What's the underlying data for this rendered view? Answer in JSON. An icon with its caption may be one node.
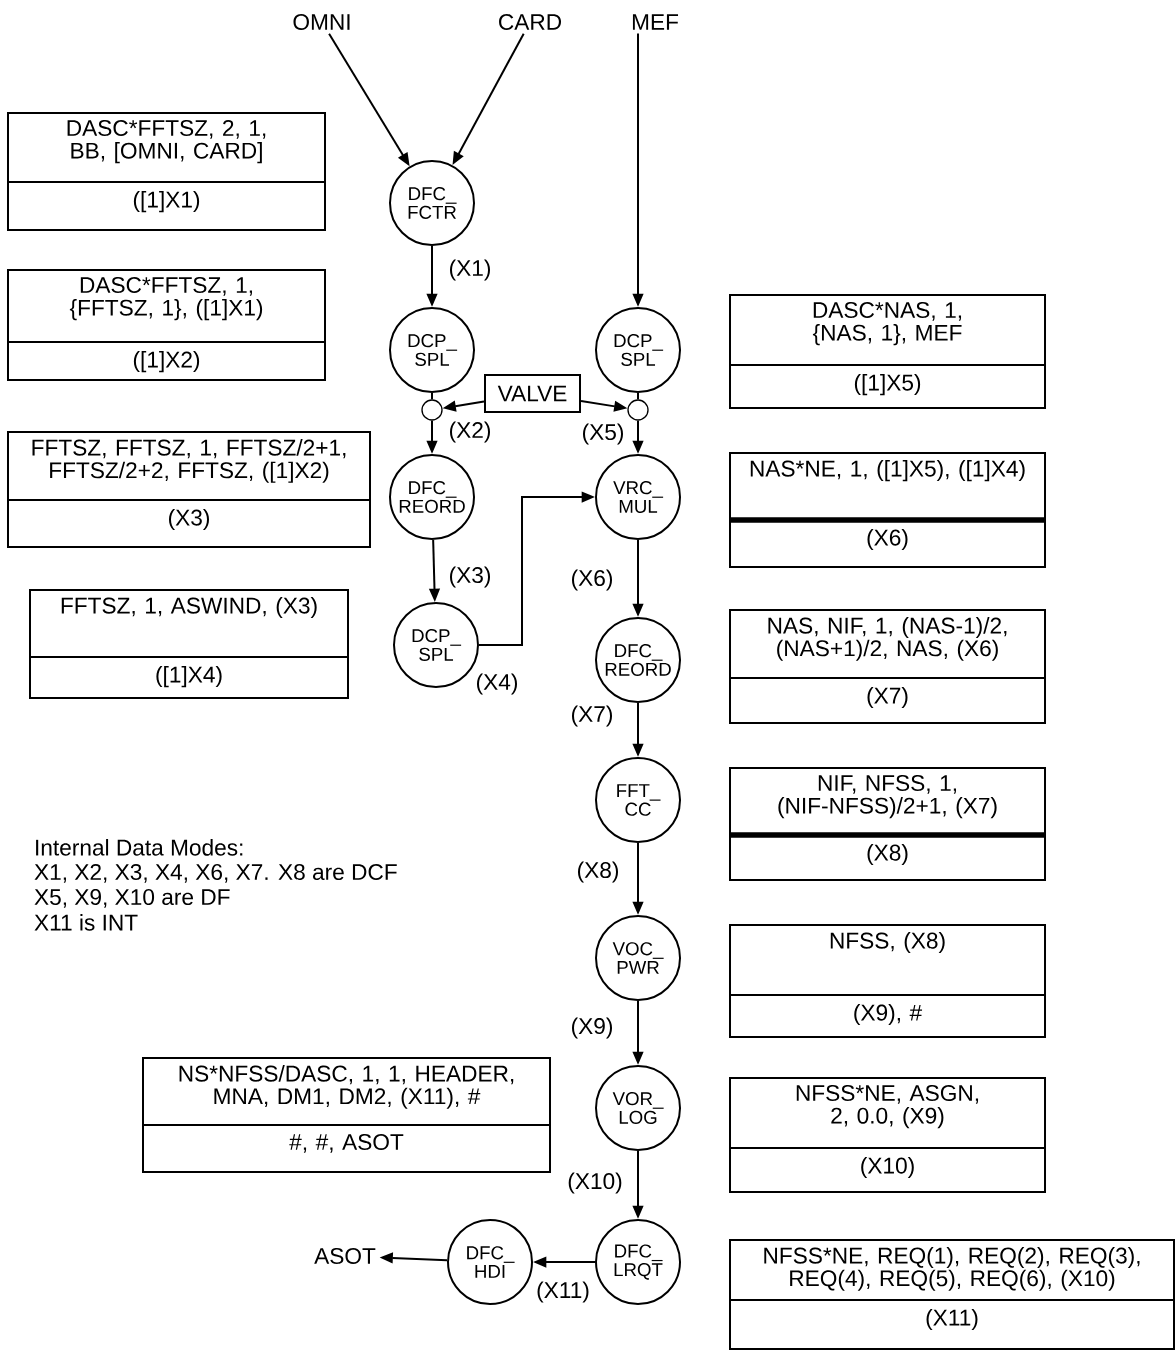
{
  "diagram": {
    "nodes": [
      {
        "text": [
          "OMNI"
        ]
      },
      {
        "text": [
          "CARD"
        ]
      },
      {
        "text": [
          "MEF"
        ]
      },
      {
        "text": [
          "DFC_ FCTR"
        ]
      },
      {
        "text": [
          "DCP_ SPL"
        ]
      },
      {
        "text": [
          "DCP_ SPL"
        ]
      },
      {
        "text": [
          "VALVE"
        ]
      },
      {
        "text": [
          "DFC_ REORD"
        ]
      },
      {
        "text": [
          "VRC_ MUL"
        ]
      },
      {
        "text": [
          "DCP_ SPL"
        ]
      },
      {
        "text": [
          "DFC_ REORD"
        ]
      },
      {
        "text": [
          "FFT_ CC"
        ]
      },
      {
        "text": [
          "VOC_ PWR"
        ]
      },
      {
        "text": [
          "VOR_ LOG"
        ]
      },
      {
        "text": [
          "DFC_ LRQT"
        ]
      },
      {
        "text": [
          "DFC_ HDI"
        ]
      },
      {
        "text": [
          "ASOT"
        ]
      },
      {
        "text": [
          "DASC*FFTSZ, 2, 1, BB, [OMNI, CARD]",
          "([1]X1)"
        ]
      },
      {
        "text": [
          "DASC*FFTSZ, 1, {FFTSZ, 1}, ([1]X1)",
          "([1]X2)"
        ]
      },
      {
        "text": [
          "FFTSZ, FFTSZ, 1, FFTSZ/2+1, FFTSZ/2+2, FFTSZ, ([1]X2)",
          "(X3)"
        ]
      },
      {
        "text": [
          "FFTSZ, 1, ASWIND, (X3)",
          "([1]X4)"
        ]
      },
      {
        "text": [
          "DASC*NAS, 1, {NAS, 1}, MEF",
          "([1]X5)"
        ]
      },
      {
        "text": [
          "NAS*NE, 1, ([1]X5), ([1]X4)",
          "(X6)"
        ]
      },
      {
        "text": [
          "NAS, NIF, 1, (NAS-1)/2, (NAS+1)/2, NAS, (X6)",
          "(X7)"
        ]
      },
      {
        "text": [
          "NIF, NFSS, 1, (NIF-NFSS)/2+1, (X7)",
          "(X8)"
        ]
      },
      {
        "text": [
          "NFSS, (X8)",
          "(X9), #"
        ]
      },
      {
        "text": [
          "NFSS*NE, ASGN, 2, 0.0, (X9)",
          "(X10)"
        ]
      },
      {
        "text": [
          "NS*NFSS/DASC, 1, 1, HEADER, MNA, DM1, DM2, (X11), #",
          "#, #, ASOT"
        ]
      },
      {
        "text": [
          "NFSS*NE, REQ(1), REQ(2), REQ(3), REQ(4), REQ(5), REQ(6), (X10)",
          "(X11)"
        ]
      },
      {
        "text": [],
        "shape": "circle"
      },
      {
        "text": [],
        "shape": "circle"
      }
    ],
    "edges": [
      {
        "from": 0,
        "to": 3,
        "arrow": "to"
      },
      {
        "from": 1,
        "to": 3,
        "arrow": "to"
      },
      {
        "from": 2,
        "to": 5,
        "arrow": "to"
      },
      {
        "from": 3,
        "to": 4,
        "arrow": "to",
        "label": "(X1)"
      },
      {
        "from": 4,
        "to": 29,
        "arrow": "none"
      },
      {
        "from": 29,
        "to": 7,
        "arrow": "to",
        "label": "(X2)"
      },
      {
        "from": 5,
        "to": 30,
        "arrow": "none"
      },
      {
        "from": 30,
        "to": 8,
        "arrow": "to",
        "label": "(X5)"
      },
      {
        "from": 6,
        "to": 29,
        "arrow": "to"
      },
      {
        "from": 6,
        "to": 30,
        "arrow": "to"
      },
      {
        "from": 7,
        "to": 9,
        "arrow": "to",
        "label": "(X3)"
      },
      {
        "from": 9,
        "to": 8,
        "arrow": "to",
        "label": "(X4)"
      },
      {
        "from": 8,
        "to": 10,
        "arrow": "to",
        "label": "(X6)"
      },
      {
        "from": 10,
        "to": 11,
        "arrow": "to",
        "label": "(X7)"
      },
      {
        "from": 11,
        "to": 12,
        "arrow": "to",
        "label": "(X8)"
      },
      {
        "from": 12,
        "to": 13,
        "arrow": "to",
        "label": "(X9)"
      },
      {
        "from": 13,
        "to": 14,
        "arrow": "to",
        "label": "(X10)"
      },
      {
        "from": 14,
        "to": 15,
        "arrow": "to",
        "label": "(X11)"
      },
      {
        "from": 15,
        "to": 16,
        "arrow": "to"
      }
    ],
    "labels": [
      "Internal Data Modes:",
      "X1, X2, X3, X4, X6, X7. X8 are DCF",
      "X5, X9, X10 are DF",
      "X11 is INT"
    ]
  }
}
